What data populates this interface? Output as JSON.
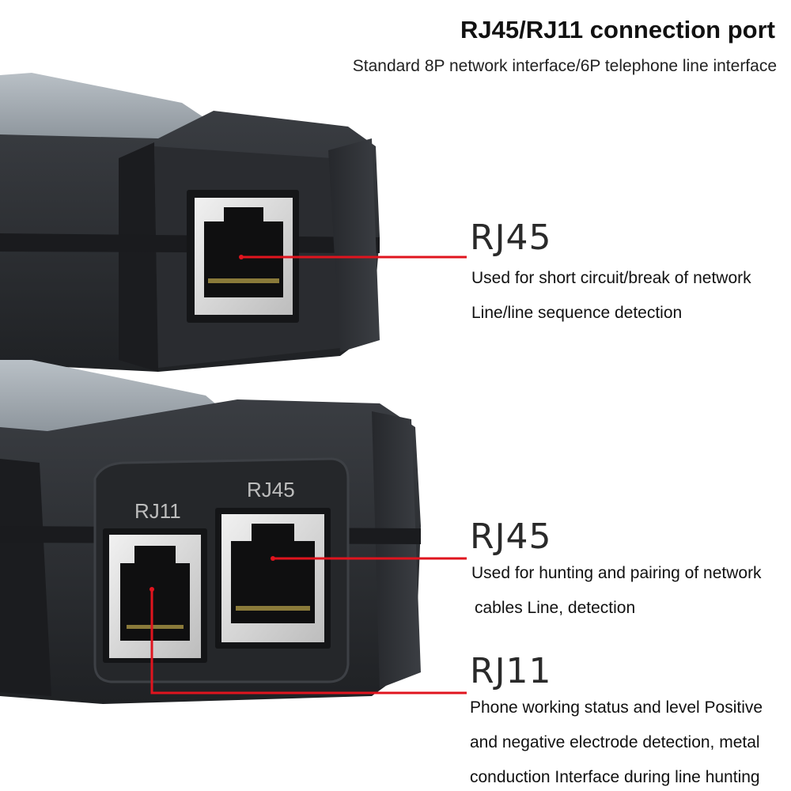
{
  "header": {
    "title": "RJ45/RJ11 connection port",
    "subtitle": "Standard 8P network interface/6P telephone line interface"
  },
  "callouts": {
    "top_rj45": {
      "label": "RJ45",
      "line1": "Used for short circuit/break of network",
      "line2": "Line/line sequence detection"
    },
    "bottom_rj45": {
      "label": "RJ45",
      "line1": "Used for hunting and pairing of network",
      "line2": "cables Line, detection"
    },
    "bottom_rj11": {
      "label": "RJ11",
      "line1": "Phone working status and level Positive",
      "line2": "and negative electrode detection, metal",
      "line3": "conduction Interface during line hunting"
    }
  },
  "device_labels": {
    "rj11": "RJ11",
    "rj45": "RJ45"
  },
  "colors": {
    "callout_line": "#e0141e",
    "device_body": "#2b2d31",
    "port_metal": "#d9d9d9"
  }
}
